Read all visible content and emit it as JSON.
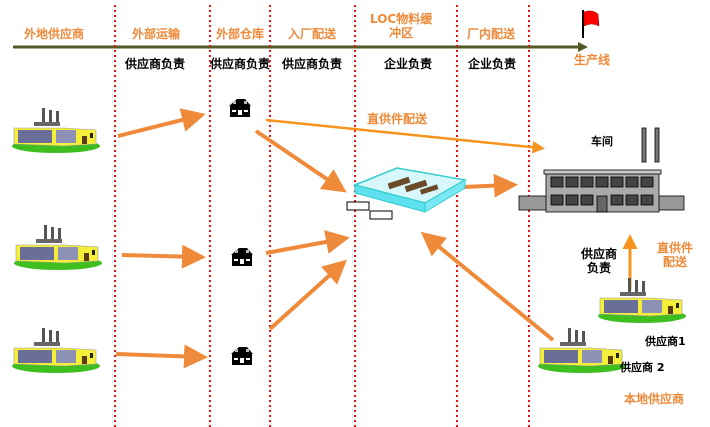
{
  "stages": [
    {
      "label": "外地供应商"
    },
    {
      "label": "外部运输"
    },
    {
      "label": "外部仓库"
    },
    {
      "label": "入厂配送"
    },
    {
      "label": "LOC物料缓\n冲区"
    },
    {
      "label": "厂内配送"
    }
  ],
  "responsibility": [
    "供应商负责",
    "供应商负责",
    "供应商负责",
    "企业负责",
    "企业负责"
  ],
  "production_line": {
    "label": "生产线",
    "flag_icon": "red-flag-icon"
  },
  "direct_delivery": {
    "top_label": "直供件配送",
    "side_label": "直供件\n配送"
  },
  "workshop": {
    "label": "车间",
    "icon": "factory-workshop-icon"
  },
  "local_supplier_responsible": "供应商\n负责",
  "local_suppliers": {
    "group_label": "本地供应商",
    "supplier1": "供应商1",
    "supplier2": "供应商 2"
  },
  "remote_suppliers": [
    {
      "icon": "factory-icon"
    },
    {
      "icon": "factory-icon"
    },
    {
      "icon": "factory-icon"
    }
  ],
  "warehouses": [
    {
      "icon": "warehouse-house-icon"
    },
    {
      "icon": "warehouse-house-icon"
    },
    {
      "icon": "warehouse-house-icon"
    }
  ],
  "buffer": {
    "icon": "loc-buffer-warehouse-icon"
  },
  "colors": {
    "accent_orange": "#ee8a3a",
    "divider_red": "#ee1111",
    "timeline_olive": "#4f5a24",
    "direct_line": "#f7941d",
    "flag_red": "#ff0000",
    "buffer_cyan": "#5de0f0"
  }
}
